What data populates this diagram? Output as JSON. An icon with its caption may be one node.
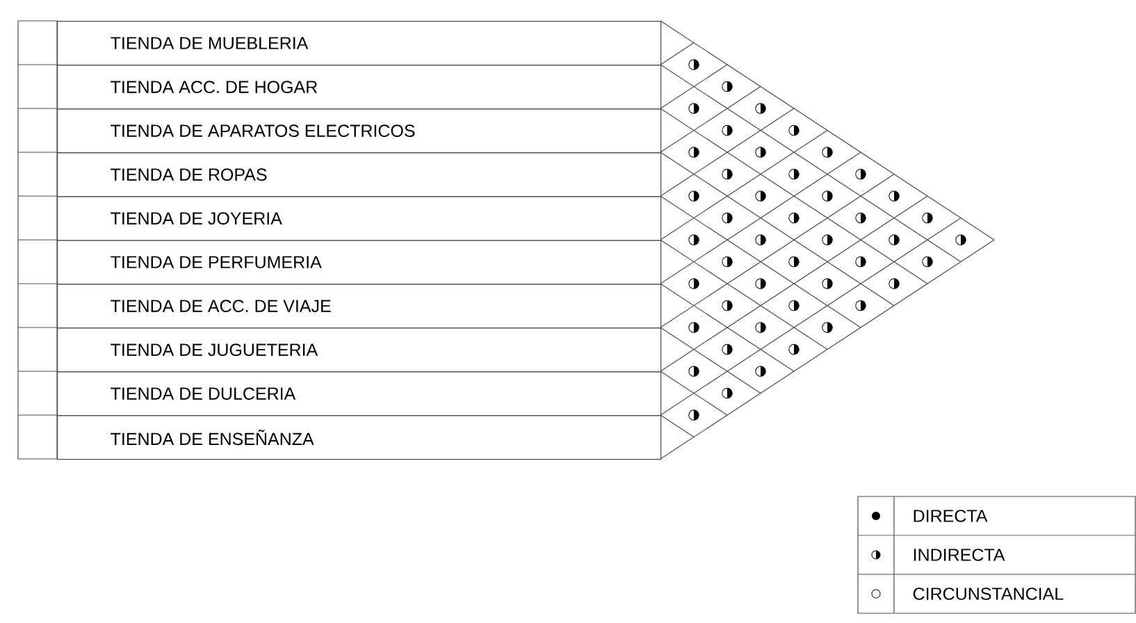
{
  "diagram": {
    "nodes": [
      {
        "text": [
          "TIENDA DE  MUEBLERIA"
        ]
      },
      {
        "text": [
          "TIENDA  ACC.  DE HOGAR"
        ]
      },
      {
        "text": [
          "TIENDA DE  APARATOS ELECTRICOS"
        ]
      },
      {
        "text": [
          "TIENDA DE  ROPAS"
        ]
      },
      {
        "text": [
          "TIENDA DE  JOYERIA"
        ]
      },
      {
        "text": [
          "TIENDA DE  PERFUMERIA"
        ]
      },
      {
        "text": [
          "TIENDA DE  ACC. DE VIAJE"
        ]
      },
      {
        "text": [
          "TIENDA DE JUGUETERIA"
        ]
      },
      {
        "text": [
          "TIENDA DE  DULCERIA"
        ]
      },
      {
        "text": [
          "TIENDA DE  ENSEÑANZA"
        ]
      }
    ],
    "legend": [
      {
        "text": "DIRECTA"
      },
      {
        "text": "INDIRECTA"
      },
      {
        "text": "CIRCUNSTANCIAL"
      }
    ]
  }
}
